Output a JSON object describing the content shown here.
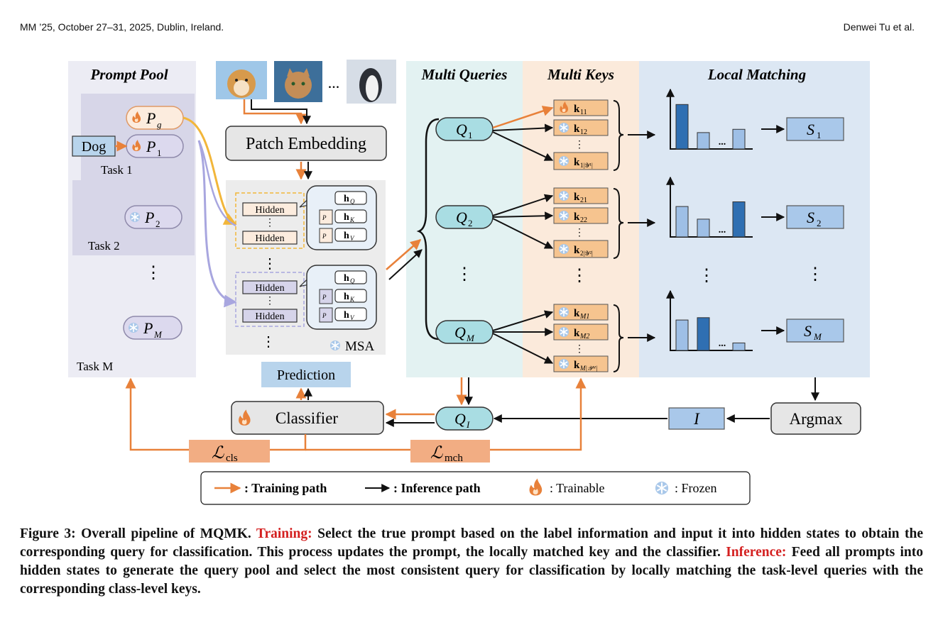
{
  "header": {
    "left": "MM ’25, October 27–31, 2025, Dublin, Ireland.",
    "right": "Denwei Tu et al."
  },
  "figure": {
    "sections": {
      "prompt_pool": "Prompt Pool",
      "multi_queries": "Multi Queries",
      "multi_keys": "Multi Keys",
      "local_matching": "Local Matching"
    },
    "dog_label": "Dog",
    "ellipsis": "...",
    "tasks": [
      "Task 1",
      "Task 2",
      "Task M"
    ],
    "prompts": [
      "P",
      "P",
      "P",
      "P"
    ],
    "prompt_subs": [
      "g",
      "1",
      "2",
      "M"
    ],
    "patch_embedding": "Patch Embedding",
    "hidden": "Hidden",
    "h_q": "h",
    "h_q_sub": "Q",
    "h_k": "h",
    "h_k_sub": "K",
    "h_v": "h",
    "h_v_sub": "V",
    "msa": "MSA",
    "prediction": "Prediction",
    "classifier": "Classifier",
    "queries": [
      "Q",
      "Q",
      "Q"
    ],
    "query_subs": [
      "1",
      "2",
      "M"
    ],
    "query_i": "Q",
    "query_i_sub": "I",
    "keys": [
      [
        "k",
        "k",
        "k"
      ],
      [
        "k",
        "k",
        "k"
      ],
      [
        "k",
        "k",
        "k"
      ]
    ],
    "key_subs": [
      [
        "11",
        "12",
        "1|𝒴¹|"
      ],
      [
        "21",
        "22",
        "2|𝒴²|"
      ],
      [
        "M1",
        "M2",
        "M|𝒴ᴹ|"
      ]
    ],
    "scores": [
      "S",
      "S",
      "S"
    ],
    "score_subs": [
      "1",
      "2",
      "M"
    ],
    "argmax": "Argmax",
    "index_label": "I",
    "loss_cls": "ℒ",
    "loss_cls_sub": "cls",
    "loss_mch": "ℒ",
    "loss_mch_sub": "mch",
    "legend": {
      "training": ": Training path",
      "inference": ": Inference path",
      "trainable": ": Trainable",
      "frozen": ": Frozen"
    },
    "bar_levels": [
      [
        0.95,
        0.35,
        0.42
      ],
      [
        0.65,
        0.38,
        0.75
      ],
      [
        0.65,
        0.7,
        0.16
      ]
    ],
    "highlight_bar": [
      0,
      2,
      1
    ],
    "colors": {
      "training": "#e8813a",
      "inference": "#111111",
      "prompt_pool_bg": "#ececf4",
      "task_bg": "#d7d6e8",
      "queries_bg": "#e3f2f2",
      "keys_bg": "#fbeadb",
      "matching_bg": "#dce7f3",
      "bar_light": "#9ebfe6",
      "bar_dark": "#2f6fb2",
      "score_fill": "#a9c8ea",
      "loss_fill": "#f2ad83"
    }
  },
  "caption": {
    "label": "Figure 3: Overall pipeline of MQMK. ",
    "training_label": "Training:",
    "training_text": " Select the true prompt based on the label information and input it into hidden states to obtain the corresponding query for classification. This process updates the prompt, the locally matched key and the classifier. ",
    "inference_label": "Inference:",
    "inference_text": " Feed all prompts into hidden states to generate the query pool and select the most consistent query for classification by locally matching the task-level queries with the corresponding class-level keys."
  }
}
